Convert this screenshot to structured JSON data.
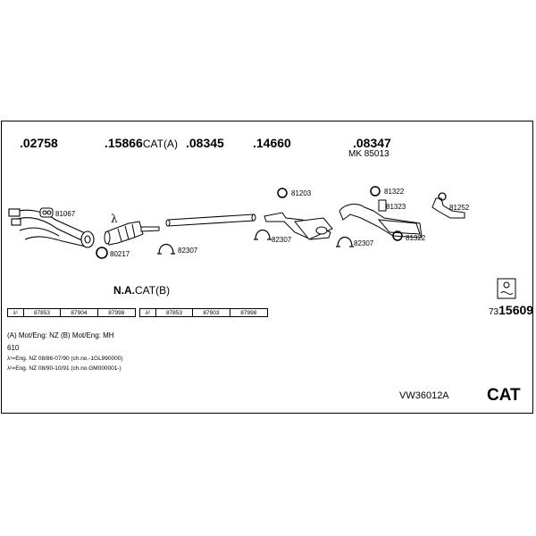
{
  "top_parts": [
    ".02758",
    ".15866",
    ".08345",
    ".14660",
    ".08347"
  ],
  "part_15866_suffix": "CAT(A)",
  "mk_label": "MK 85013",
  "small_parts": {
    "p81067": "81067",
    "p80217": "80217",
    "p82307a": "82307",
    "p81203": "81203",
    "p82307b": "82307",
    "p82307c": "82307",
    "p81322a": "81322",
    "p81323": "81323",
    "p81252": "81252",
    "p81322b": "81322"
  },
  "lambda_symbol": "λ",
  "na_cat": "N.A.",
  "na_cat_suffix": "CAT(B)",
  "lambda1_table": [
    "λ¹",
    "87853",
    "87904",
    "87998"
  ],
  "lambda2_table": [
    "λ²",
    "87853",
    "87903",
    "87998"
  ],
  "catalog_prefix": "73",
  "catalog_main": "15609",
  "notes": {
    "line1": "(A) Mot/Eng: NZ (B) Mot/Eng: MH",
    "line2": "610",
    "line3": "λ¹=Eng. NZ 08/86-07/90 (ch.no.-1GL990000)",
    "line4": "λ²=Eng. NZ 08/90-10/91 (ch.no.GM000001-)"
  },
  "model_code": "VW36012A",
  "cat_label": "CAT"
}
